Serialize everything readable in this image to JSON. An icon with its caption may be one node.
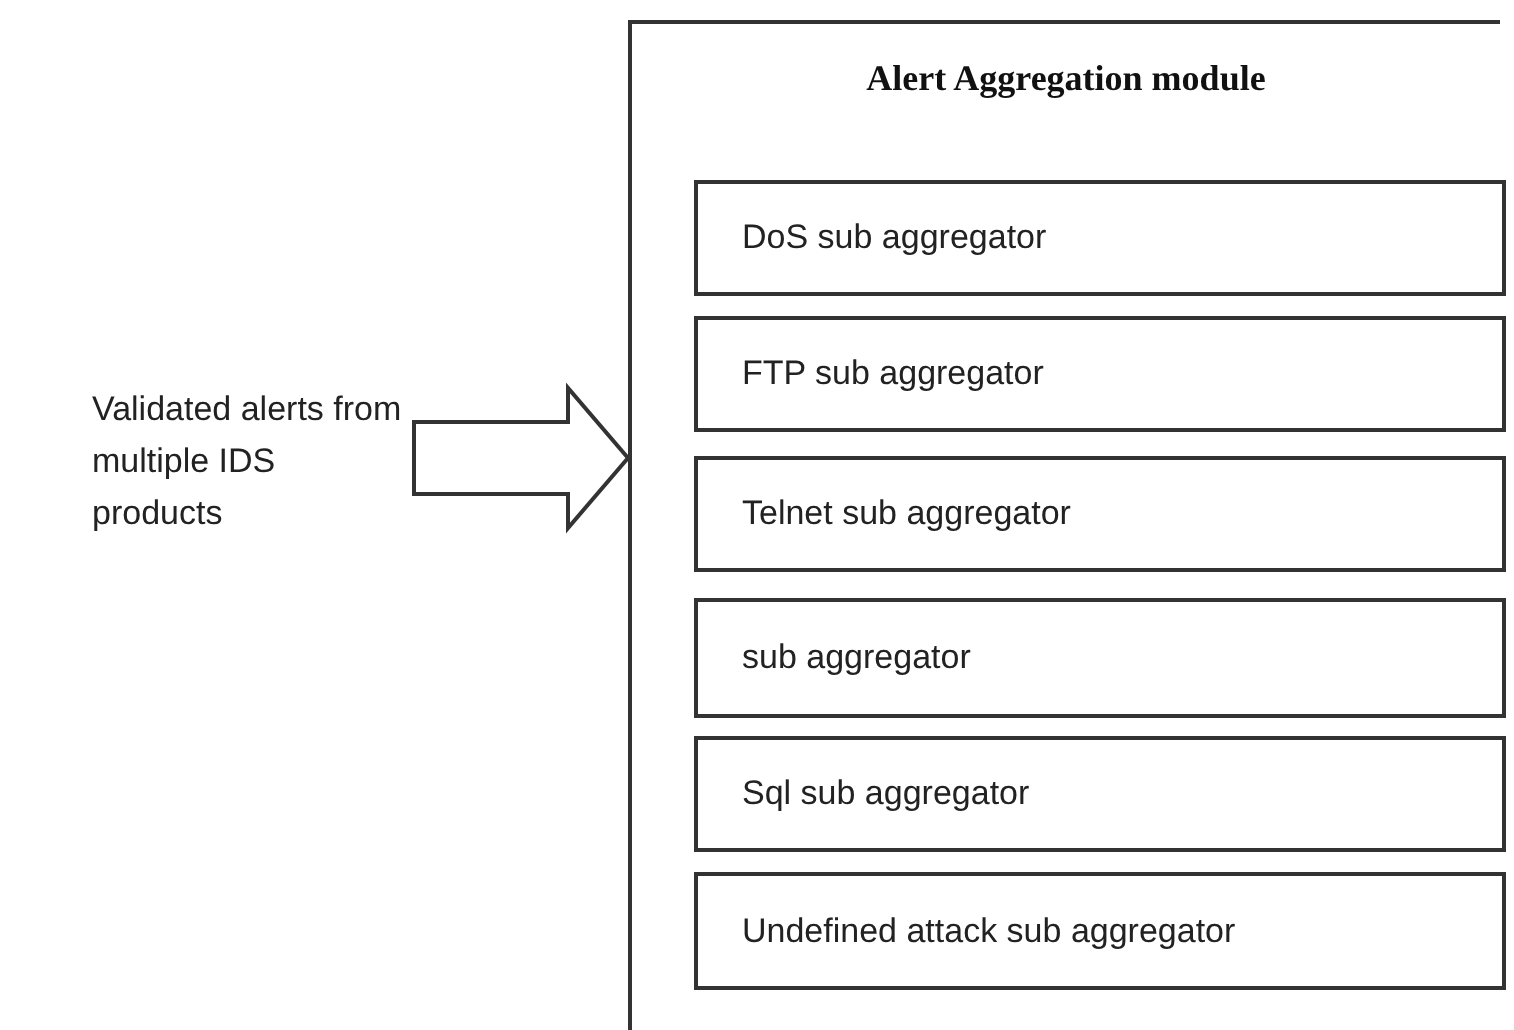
{
  "diagram": {
    "nodes": [
      {
        "text": [
          "Validated alerts from multiple IDS products"
        ]
      },
      {
        "text": [
          "Alert Aggregation module"
        ]
      },
      {
        "text": [
          "DoS  sub aggregator"
        ],
        "in": 1
      },
      {
        "text": [
          "FTP sub aggregator"
        ],
        "in": 1
      },
      {
        "text": [
          "Telnet  sub aggregator"
        ],
        "in": 1
      },
      {
        "text": [
          "sub aggregator"
        ],
        "in": 1
      },
      {
        "text": [
          "Sql sub aggregator"
        ],
        "in": 1
      },
      {
        "text": [
          "Undefined attack sub aggregator"
        ],
        "in": 1
      }
    ],
    "edges": [
      {
        "from": 0,
        "to": 1,
        "arrow": "to"
      }
    ]
  }
}
